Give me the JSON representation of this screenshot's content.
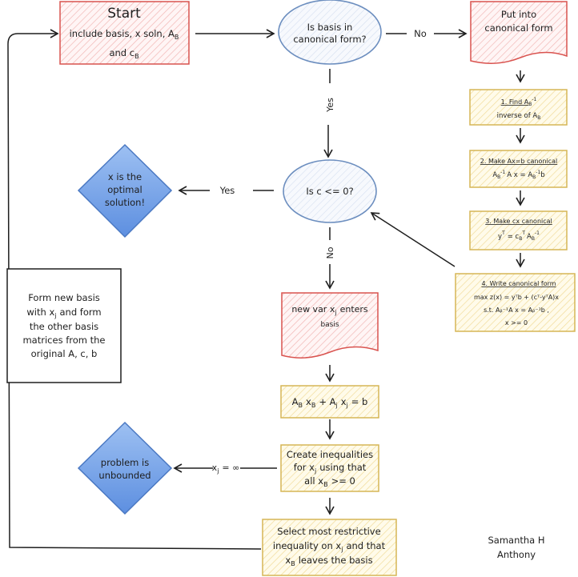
{
  "colors": {
    "start_fill": "#fbe3e3",
    "start_stroke": "#d9534f",
    "oval_fill": "#eef3fb",
    "oval_stroke": "#6c8ebf",
    "step_fill": "#fff6d9",
    "step_stroke": "#d6b656",
    "diamond_fill": "#6d9eeb",
    "diamond_stroke": "#4a78c2",
    "doc_fill": "#fbe3e3",
    "doc_stroke": "#d9534f"
  },
  "start": {
    "title": "Start",
    "line1": "include basis, x soln, A",
    "line1_sub": "B",
    "line2": "and c",
    "line2_sub": "B"
  },
  "canonical_q": {
    "line1": "Is basis in",
    "line2": "canonical form?"
  },
  "put_canonical": {
    "line1": "Put into",
    "line2": "canonical form"
  },
  "step1": {
    "head": "1. Find A",
    "head_sub": "B",
    "head_sup": "-1",
    "body": "inverse of A",
    "body_sub": "B"
  },
  "step2": {
    "head": "2. Make Ax=b canonical",
    "body": "A",
    "body_sub": "B",
    "body_sup": "-1",
    "body_rest": "A x = A",
    "body_sub2": "B",
    "body_sup2": "-1",
    "body_end": "b"
  },
  "step3": {
    "head": "3. Make cx canonical",
    "body": "y",
    "body_sup": "T",
    "body_rest": "= c",
    "body_sub": "B",
    "body_sup2": "T",
    "body_rest2": "A",
    "body_sub3": "B",
    "body_sup3": "-1"
  },
  "step4": {
    "head": "4. Write canonical form",
    "line1": "max z(x) = yᵀb + (cᵀ-yᵀA)x",
    "line2": "s.t. Aᵦ⁻¹A x = Aᵦ⁻¹b ,",
    "line3": "x >= 0"
  },
  "c_q": {
    "text": "Is c <= 0?"
  },
  "optimal": {
    "line1": "x is the",
    "line2": "optimal",
    "line3": "solution!"
  },
  "new_basis_note": {
    "line1": "Form new basis",
    "line2": "with x",
    "line2_sub": "j",
    "line2_rest": "and form",
    "line3": "the other basis",
    "line4": "matrices from the",
    "line5": "original A, c, b"
  },
  "enters": {
    "line1": "new var x",
    "line1_sub": "j",
    "line1_rest": "enters",
    "line2": "basis"
  },
  "equation": {
    "a": "A",
    "a_sub": "B",
    "b": "x",
    "b_sub": "B",
    "plus": "+ A",
    "c_sub": "j",
    "d": "x",
    "d_sub": "j",
    "end": "= b"
  },
  "inequalities": {
    "line1": "Create inequalities",
    "line2": "for x",
    "line2_sub": "j",
    "line2_rest": "using that",
    "line3": "all x",
    "line3_sub": "B",
    "line3_rest": ">= 0"
  },
  "unbounded": {
    "line1": "problem is",
    "line2": "unbounded"
  },
  "restrictive": {
    "line1": "Select most restrictive",
    "line2": "inequality on x",
    "line2_sub": "j",
    "line2_rest": "and that",
    "line3": "x",
    "line3_sub": "B",
    "line3_rest": "leaves the basis"
  },
  "labels": {
    "no_top": "No",
    "yes_down": "Yes",
    "yes_left": "Yes",
    "no_down": "No",
    "xj_inf": "x",
    "xj_inf_sub": "j",
    "xj_inf_rest": "= ∞"
  },
  "author": {
    "line1": "Samantha H",
    "line2": "Anthony"
  }
}
